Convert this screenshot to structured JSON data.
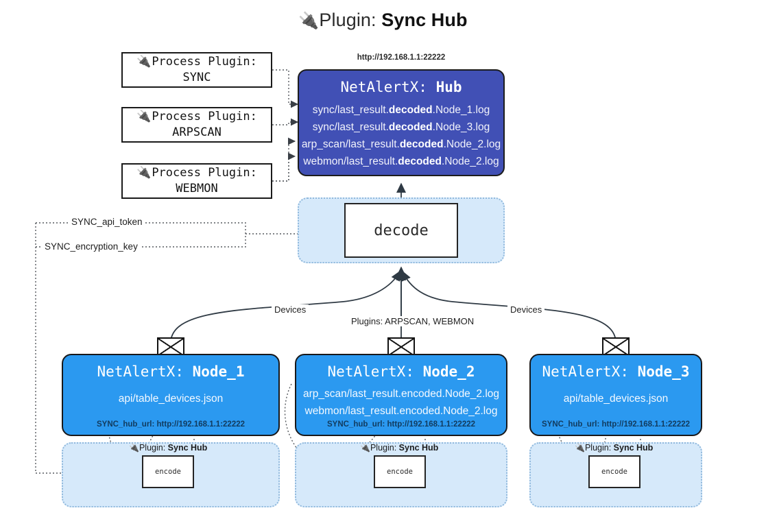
{
  "title": {
    "icon": "plug-icon",
    "glyph": "🔌",
    "prefix": "Plugin: ",
    "name": "Sync Hub"
  },
  "process_plugins": [
    {
      "icon": "plug-icon",
      "glyph": "🔌",
      "line1": "Process Plugin:",
      "line2": "SYNC"
    },
    {
      "icon": "plug-icon",
      "glyph": "🔌",
      "line1": "Process Plugin:",
      "line2": "ARPSCAN"
    },
    {
      "icon": "plug-icon",
      "glyph": "🔌",
      "line1": "Process Plugin:",
      "line2": "WEBMON"
    }
  ],
  "hub": {
    "url": "http://192.168.1.1:22222",
    "label_prefix": "NetAlertX: ",
    "label_name": "Hub",
    "files": [
      {
        "pre": "sync/last_result.",
        "mid": "decoded",
        "post": ".Node_1.log"
      },
      {
        "pre": "sync/last_result.",
        "mid": "decoded",
        "post": ".Node_3.log"
      },
      {
        "pre": "arp_scan/last_result.",
        "mid": "decoded",
        "post": ".Node_2.log"
      },
      {
        "pre": "webmon/last_result.",
        "mid": "decoded",
        "post": ".Node_2.log"
      }
    ]
  },
  "decode": {
    "label": "decode"
  },
  "secrets": [
    {
      "label": "SYNC_api_token"
    },
    {
      "label": "SYNC_encryption_key"
    }
  ],
  "edge_labels": {
    "left_devices": "Devices",
    "right_devices": "Devices",
    "center_plugins": "Plugins: ARPSCAN, WEBMON"
  },
  "nodes": [
    {
      "label_prefix": "NetAlertX: ",
      "label_name": "Node_1",
      "payloads": [
        "api/table_devices.json"
      ],
      "hub_url": "SYNC_hub_url: http://192.168.1.1:22222",
      "envelope_icon": "envelope-icon"
    },
    {
      "label_prefix": "NetAlertX: ",
      "label_name": "Node_2",
      "payloads": [
        "arp_scan/last_result.encoded.Node_2.log",
        "webmon/last_result.encoded.Node_2.log"
      ],
      "hub_url": "SYNC_hub_url: http://192.168.1.1:22222",
      "envelope_icon": "envelope-icon"
    },
    {
      "label_prefix": "NetAlertX: ",
      "label_name": "Node_3",
      "payloads": [
        "api/table_devices.json"
      ],
      "hub_url": "SYNC_hub_url: http://192.168.1.1:22222",
      "envelope_icon": "envelope-icon"
    }
  ],
  "encoders": [
    {
      "caption_glyph": "🔌",
      "caption_prefix": "Plugin: ",
      "caption_name": "Sync Hub",
      "label": "encode"
    },
    {
      "caption_glyph": "🔌",
      "caption_prefix": "Plugin: ",
      "caption_name": "Sync Hub",
      "label": "encode"
    },
    {
      "caption_glyph": "🔌",
      "caption_prefix": "Plugin: ",
      "caption_name": "Sync Hub",
      "label": "encode"
    }
  ],
  "colors": {
    "hub": "#4150b5",
    "node": "#2b99f0",
    "container": "#d6e9fa",
    "container_border": "#8fb8dc",
    "stroke": "#2f3a44"
  }
}
